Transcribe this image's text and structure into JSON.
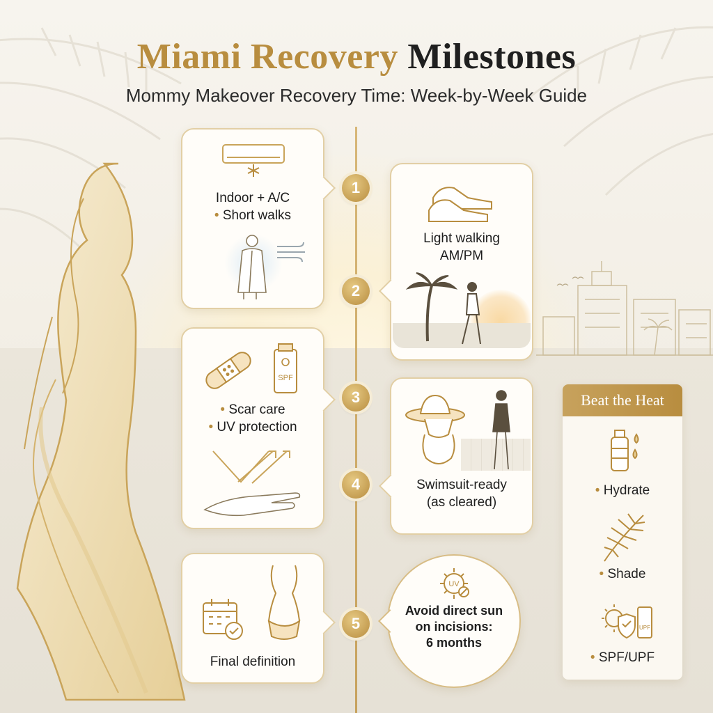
{
  "header": {
    "title_part1": "Miami Recovery",
    "title_part2": "Milestones",
    "subtitle": "Mommy Makeover Recovery Time: Week-by-Week Guide"
  },
  "colors": {
    "gold": "#b88d3f",
    "light_gold": "#e2cfa5",
    "background": "#f5f1e8"
  },
  "milestones": [
    {
      "number": "1",
      "lines": [
        "Indoor + A/C",
        "Short walks"
      ],
      "icons": [
        "air-conditioner-icon",
        "snowflake-icon",
        "robe-woman-icon",
        "wind-icon"
      ]
    },
    {
      "number": "2",
      "lines": [
        "Light walking",
        "AM/PM"
      ],
      "icons": [
        "sneakers-icon",
        "palm-tree-icon",
        "walking-woman-icon",
        "sunset-icon"
      ]
    },
    {
      "number": "3",
      "lines": [
        "Scar care",
        "UV protection"
      ],
      "icons": [
        "bandage-icon",
        "sunscreen-icon",
        "uv-arrows-icon",
        "hand-icon"
      ]
    },
    {
      "number": "4",
      "lines": [
        "Swimsuit-ready",
        "(as cleared)"
      ],
      "icons": [
        "sun-hat-icon",
        "swimsuit-icon",
        "woman-swimsuit-icon"
      ]
    },
    {
      "number": "5",
      "lines": [
        "Final definition"
      ],
      "icons": [
        "calendar-check-icon",
        "body-silhouette-icon"
      ]
    }
  ],
  "sun_note": {
    "uv_label": "UV",
    "lines": [
      "Avoid direct sun",
      "on incisions:",
      "6 months"
    ]
  },
  "sidebar": {
    "title": "Beat the Heat",
    "items": [
      {
        "label": "Hydrate",
        "icon": "water-bottle-icon"
      },
      {
        "label": "Shade",
        "icon": "palm-leaf-icon"
      },
      {
        "label": "SPF/UPF",
        "icon": "sunscreen-shield-icon"
      }
    ],
    "spf_label": "SPF",
    "upf_label": "UPF"
  }
}
